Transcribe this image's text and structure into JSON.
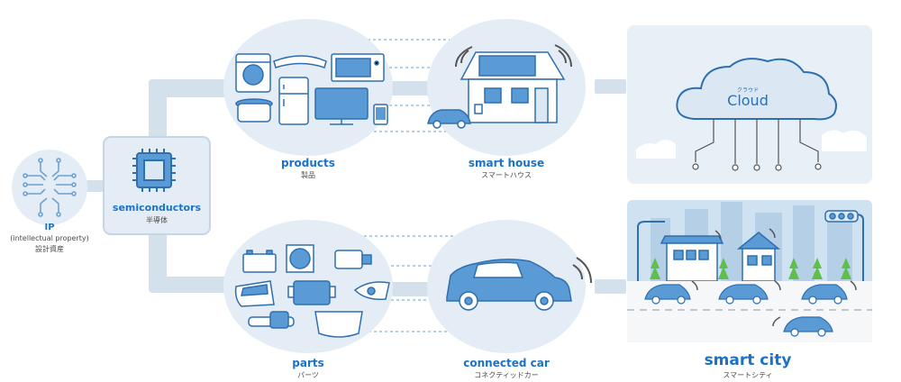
{
  "nodes": {
    "ip": {
      "title": "IP",
      "subtitle": "(intellectual property)",
      "jp": "設計資産"
    },
    "semiconductors": {
      "title": "semiconductors",
      "jp": "半導体"
    },
    "products": {
      "title": "products",
      "jp": "製品"
    },
    "smart_house": {
      "title": "smart house",
      "jp": "スマートハウス"
    },
    "parts": {
      "title": "parts",
      "jp": "パーツ"
    },
    "connected_car": {
      "title": "connected car",
      "jp": "コネクティッドカー"
    },
    "cloud": {
      "title": "Cloud",
      "jp": "クラウド"
    },
    "smart_city": {
      "title": "smart city",
      "jp": "スマートシティ"
    }
  },
  "colors": {
    "accent": "#1a73c8",
    "icon_fill": "#5b9bd5",
    "icon_stroke": "#2e6fb0",
    "bubble": "#e4edf5",
    "connector": "#d4e1ec",
    "tree": "#5fbf4b",
    "panel_sky": "#cfe2f1"
  }
}
